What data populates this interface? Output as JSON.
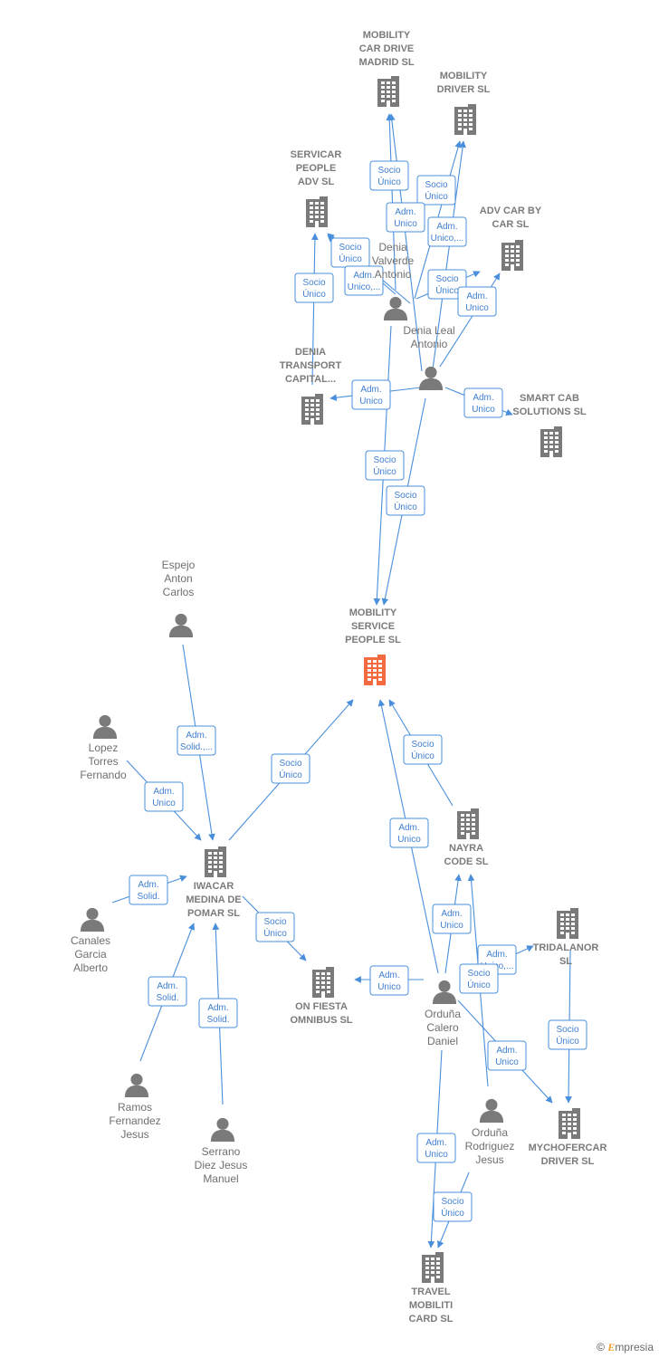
{
  "nodes": [
    {
      "id": "mcdm",
      "kind": "company",
      "lines": [
        "MOBILITY",
        "CAR DRIVE",
        "MADRID  SL"
      ]
    },
    {
      "id": "mdr",
      "kind": "company",
      "lines": [
        "MOBILITY",
        "DRIVER  SL"
      ]
    },
    {
      "id": "spa",
      "kind": "company",
      "lines": [
        "SERVICAR",
        "PEOPLE",
        "ADV  SL"
      ]
    },
    {
      "id": "adv",
      "kind": "company",
      "lines": [
        "ADV CAR BY",
        "CAR  SL"
      ]
    },
    {
      "id": "dva",
      "kind": "person",
      "lines": [
        "Denia",
        "Valverde",
        "Antonio"
      ]
    },
    {
      "id": "dla",
      "kind": "person",
      "lines": [
        "Denia Leal",
        "Antonio"
      ]
    },
    {
      "id": "dtc",
      "kind": "company",
      "lines": [
        "DENIA",
        "TRANSPORT",
        "CAPITAL..."
      ]
    },
    {
      "id": "scs",
      "kind": "company",
      "lines": [
        "SMART CAB",
        "SOLUTIONS  SL"
      ]
    },
    {
      "id": "msp",
      "kind": "company",
      "main": true,
      "lines": [
        "MOBILITY",
        "SERVICE",
        "PEOPLE  SL"
      ]
    },
    {
      "id": "eac",
      "kind": "person",
      "lines": [
        "Espejo",
        "Anton",
        "Carlos"
      ]
    },
    {
      "id": "ltf",
      "kind": "person",
      "lines": [
        "Lopez",
        "Torres",
        "Fernando"
      ]
    },
    {
      "id": "iwa",
      "kind": "company",
      "lines": [
        "IWACAR",
        "MEDINA DE",
        "POMAR  SL"
      ]
    },
    {
      "id": "cga",
      "kind": "person",
      "lines": [
        "Canales",
        "Garcia",
        "Alberto"
      ]
    },
    {
      "id": "nay",
      "kind": "company",
      "lines": [
        "NAYRA",
        "CODE  SL"
      ]
    },
    {
      "id": "tri",
      "kind": "company",
      "lines": [
        "TRIDALANOR",
        "SL"
      ]
    },
    {
      "id": "ofo",
      "kind": "company",
      "lines": [
        "ON FIESTA",
        "OMNIBUS  SL"
      ]
    },
    {
      "id": "ocd",
      "kind": "person",
      "lines": [
        "Orduña",
        "Calero",
        "Daniel"
      ]
    },
    {
      "id": "rfj",
      "kind": "person",
      "lines": [
        "Ramos",
        "Fernandez",
        "Jesus"
      ]
    },
    {
      "id": "sdj",
      "kind": "person",
      "lines": [
        "Serrano",
        "Diez Jesus",
        "Manuel"
      ]
    },
    {
      "id": "orj",
      "kind": "person",
      "lines": [
        "Orduña",
        "Rodriguez",
        "Jesus"
      ]
    },
    {
      "id": "mcf",
      "kind": "company",
      "lines": [
        "MYCHOFERCAR",
        "DRIVER  SL"
      ]
    },
    {
      "id": "tmc",
      "kind": "company",
      "lines": [
        "TRAVEL",
        "MOBILITI",
        "CARD  SL"
      ]
    }
  ],
  "edge_labels": [
    {
      "id": "e1",
      "lines": [
        "Socio",
        "Único"
      ]
    },
    {
      "id": "e2",
      "lines": [
        "Socio",
        "Único"
      ]
    },
    {
      "id": "e3",
      "lines": [
        "Adm.",
        "Unico"
      ]
    },
    {
      "id": "e4",
      "lines": [
        "Adm.",
        "Unico,..."
      ]
    },
    {
      "id": "e5",
      "lines": [
        "Socio",
        "Único"
      ]
    },
    {
      "id": "e6",
      "lines": [
        "Adm.",
        "Unico,..."
      ]
    },
    {
      "id": "e7",
      "lines": [
        "Socio",
        "Único"
      ]
    },
    {
      "id": "e8",
      "lines": [
        "Socio",
        "Único"
      ]
    },
    {
      "id": "e9",
      "lines": [
        "Adm.",
        "Unico"
      ]
    },
    {
      "id": "e10",
      "lines": [
        "Adm.",
        "Unico"
      ]
    },
    {
      "id": "e11",
      "lines": [
        "Adm.",
        "Unico"
      ]
    },
    {
      "id": "e12",
      "lines": [
        "Socio",
        "Único"
      ]
    },
    {
      "id": "e13",
      "lines": [
        "Socio",
        "Único"
      ]
    },
    {
      "id": "e14",
      "lines": [
        "Adm.",
        "Solid.,..."
      ]
    },
    {
      "id": "e15",
      "lines": [
        "Socio",
        "Único"
      ]
    },
    {
      "id": "e16",
      "lines": [
        "Adm.",
        "Unico"
      ]
    },
    {
      "id": "e17",
      "lines": [
        "Socio",
        "Único"
      ]
    },
    {
      "id": "e18",
      "lines": [
        "Adm.",
        "Unico"
      ]
    },
    {
      "id": "e19",
      "lines": [
        "Adm.",
        "Solid."
      ]
    },
    {
      "id": "e20",
      "lines": [
        "Socio",
        "Único"
      ]
    },
    {
      "id": "e21",
      "lines": [
        "Adm.",
        "Unico"
      ]
    },
    {
      "id": "e22",
      "lines": [
        "Adm.",
        "Unico,..."
      ]
    },
    {
      "id": "e23",
      "lines": [
        "Socio",
        "Único"
      ]
    },
    {
      "id": "e24",
      "lines": [
        "Adm.",
        "Unico"
      ]
    },
    {
      "id": "e25",
      "lines": [
        "Adm.",
        "Solid."
      ]
    },
    {
      "id": "e26",
      "lines": [
        "Adm.",
        "Solid."
      ]
    },
    {
      "id": "e27",
      "lines": [
        "Socio",
        "Único"
      ]
    },
    {
      "id": "e28",
      "lines": [
        "Adm.",
        "Unico"
      ]
    },
    {
      "id": "e29",
      "lines": [
        "Adm.",
        "Unico"
      ]
    },
    {
      "id": "e30",
      "lines": [
        "Socio",
        "Único"
      ]
    }
  ],
  "colors": {
    "edge": "#4a8fdc",
    "company": "#7a7a7a",
    "main_company": "#f26a3d",
    "person": "#7a7a7a"
  },
  "brand": {
    "copyright": "©",
    "name": "mpresia",
    "initial": "E"
  }
}
